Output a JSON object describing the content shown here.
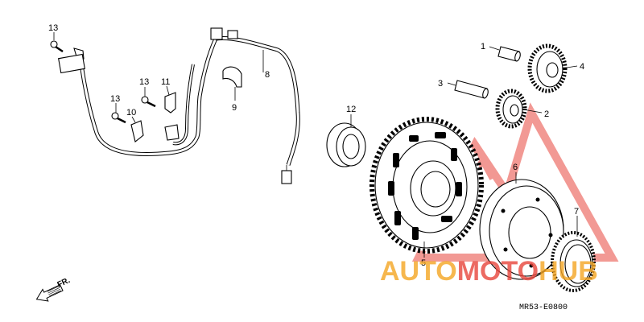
{
  "labels": {
    "p1": "1",
    "p2": "2",
    "p3": "3",
    "p4": "4",
    "p5": "5",
    "p6": "6",
    "p7": "7",
    "p8": "8",
    "p9": "9",
    "p10": "10",
    "p11": "11",
    "p12": "12",
    "p13a": "13",
    "p13b": "13",
    "p13c": "13"
  },
  "direction": "FR.",
  "diagram_code": "MR53-E0800",
  "watermark": {
    "part1": "AUTO",
    "part2": "MOTO",
    "part3": "HUB"
  },
  "colors": {
    "watermark_orange": "#F5A623",
    "watermark_red": "#E8453C",
    "ink": "#000000"
  }
}
